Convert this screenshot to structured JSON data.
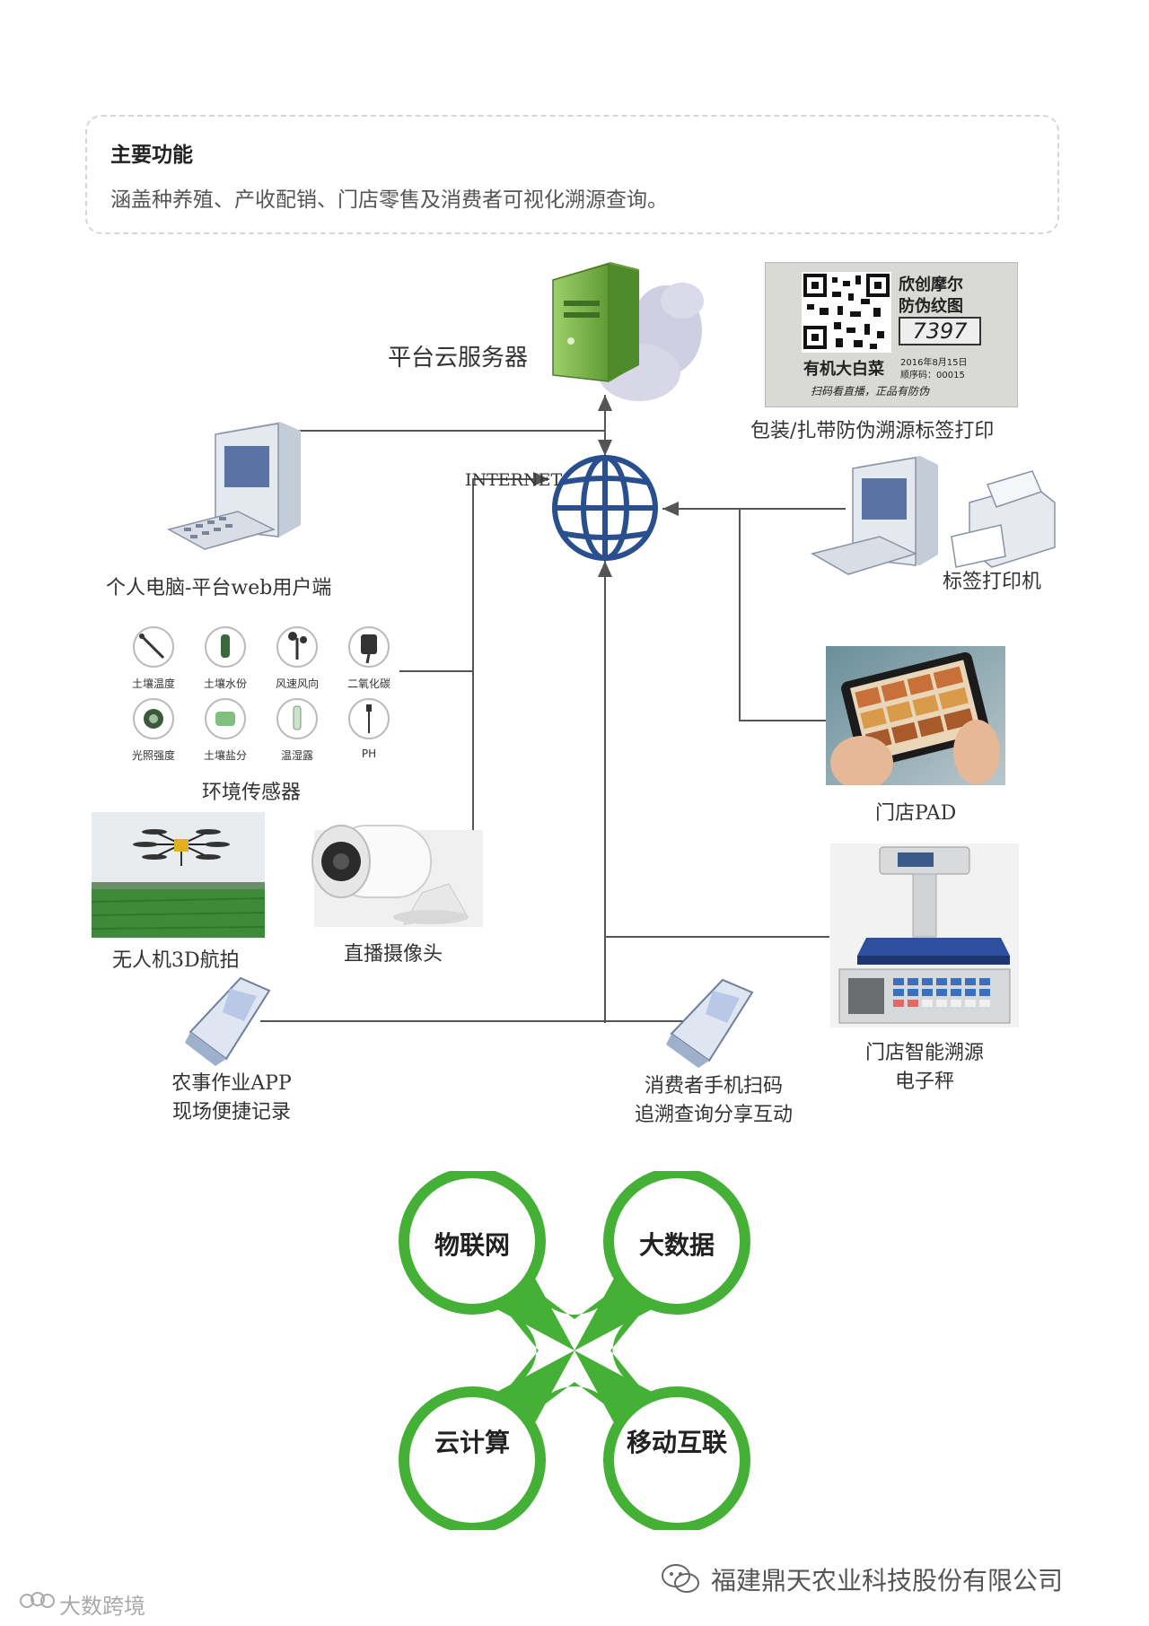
{
  "functions": {
    "title": "主要功能",
    "description": "涵盖种养殖、产收配销、门店零售及消费者可视化溯源查询。"
  },
  "nodes": {
    "cloud_server": "平台云服务器",
    "internet": "INTERNET",
    "label_print": "包装/扎带防伪溯源标签打印",
    "pc_web": "个人电脑-平台web用户端",
    "label_printer": "标签打印机",
    "env_sensors": "环境传感器",
    "store_pad": "门店PAD",
    "drone": "无人机3D航拍",
    "live_camera": "直播摄像头",
    "farm_app_line1": "农事作业APP",
    "farm_app_line2": "现场便捷记录",
    "consumer_line1": "消费者手机扫码",
    "consumer_line2": "追溯查询分享互动",
    "scale_line1": "门店智能溯源",
    "scale_line2": "电子秤"
  },
  "label_tag": {
    "brand_line1": "欣创摩尔",
    "brand_line2": "防伪纹图",
    "code": "7397",
    "product": "有机大白菜",
    "date": "2016年8月15日",
    "serial": "顺序码：00015",
    "slogan": "扫码看直播，正品有防伪"
  },
  "sensors": [
    {
      "label": "土壤温度",
      "icon": "soil-temperature-probe-icon"
    },
    {
      "label": "土壤水份",
      "icon": "soil-moisture-probe-icon"
    },
    {
      "label": "风速风向",
      "icon": "anemometer-icon"
    },
    {
      "label": "二氧化碳",
      "icon": "co2-sensor-icon"
    },
    {
      "label": "光照强度",
      "icon": "light-sensor-icon"
    },
    {
      "label": "土壤盐分",
      "icon": "soil-salinity-sensor-icon"
    },
    {
      "label": "温湿露",
      "icon": "dew-point-sensor-icon"
    },
    {
      "label": "PH",
      "icon": "ph-sensor-icon"
    }
  ],
  "tech_pillars": [
    "物联网",
    "大数据",
    "云计算",
    "移动互联"
  ],
  "footer": {
    "company": "福建鼎天农业科技股份有限公司",
    "watermark": "大数跨境"
  },
  "colors": {
    "green": "#44b035",
    "globe_blue": "#2a4f8f",
    "line": "#555555"
  }
}
